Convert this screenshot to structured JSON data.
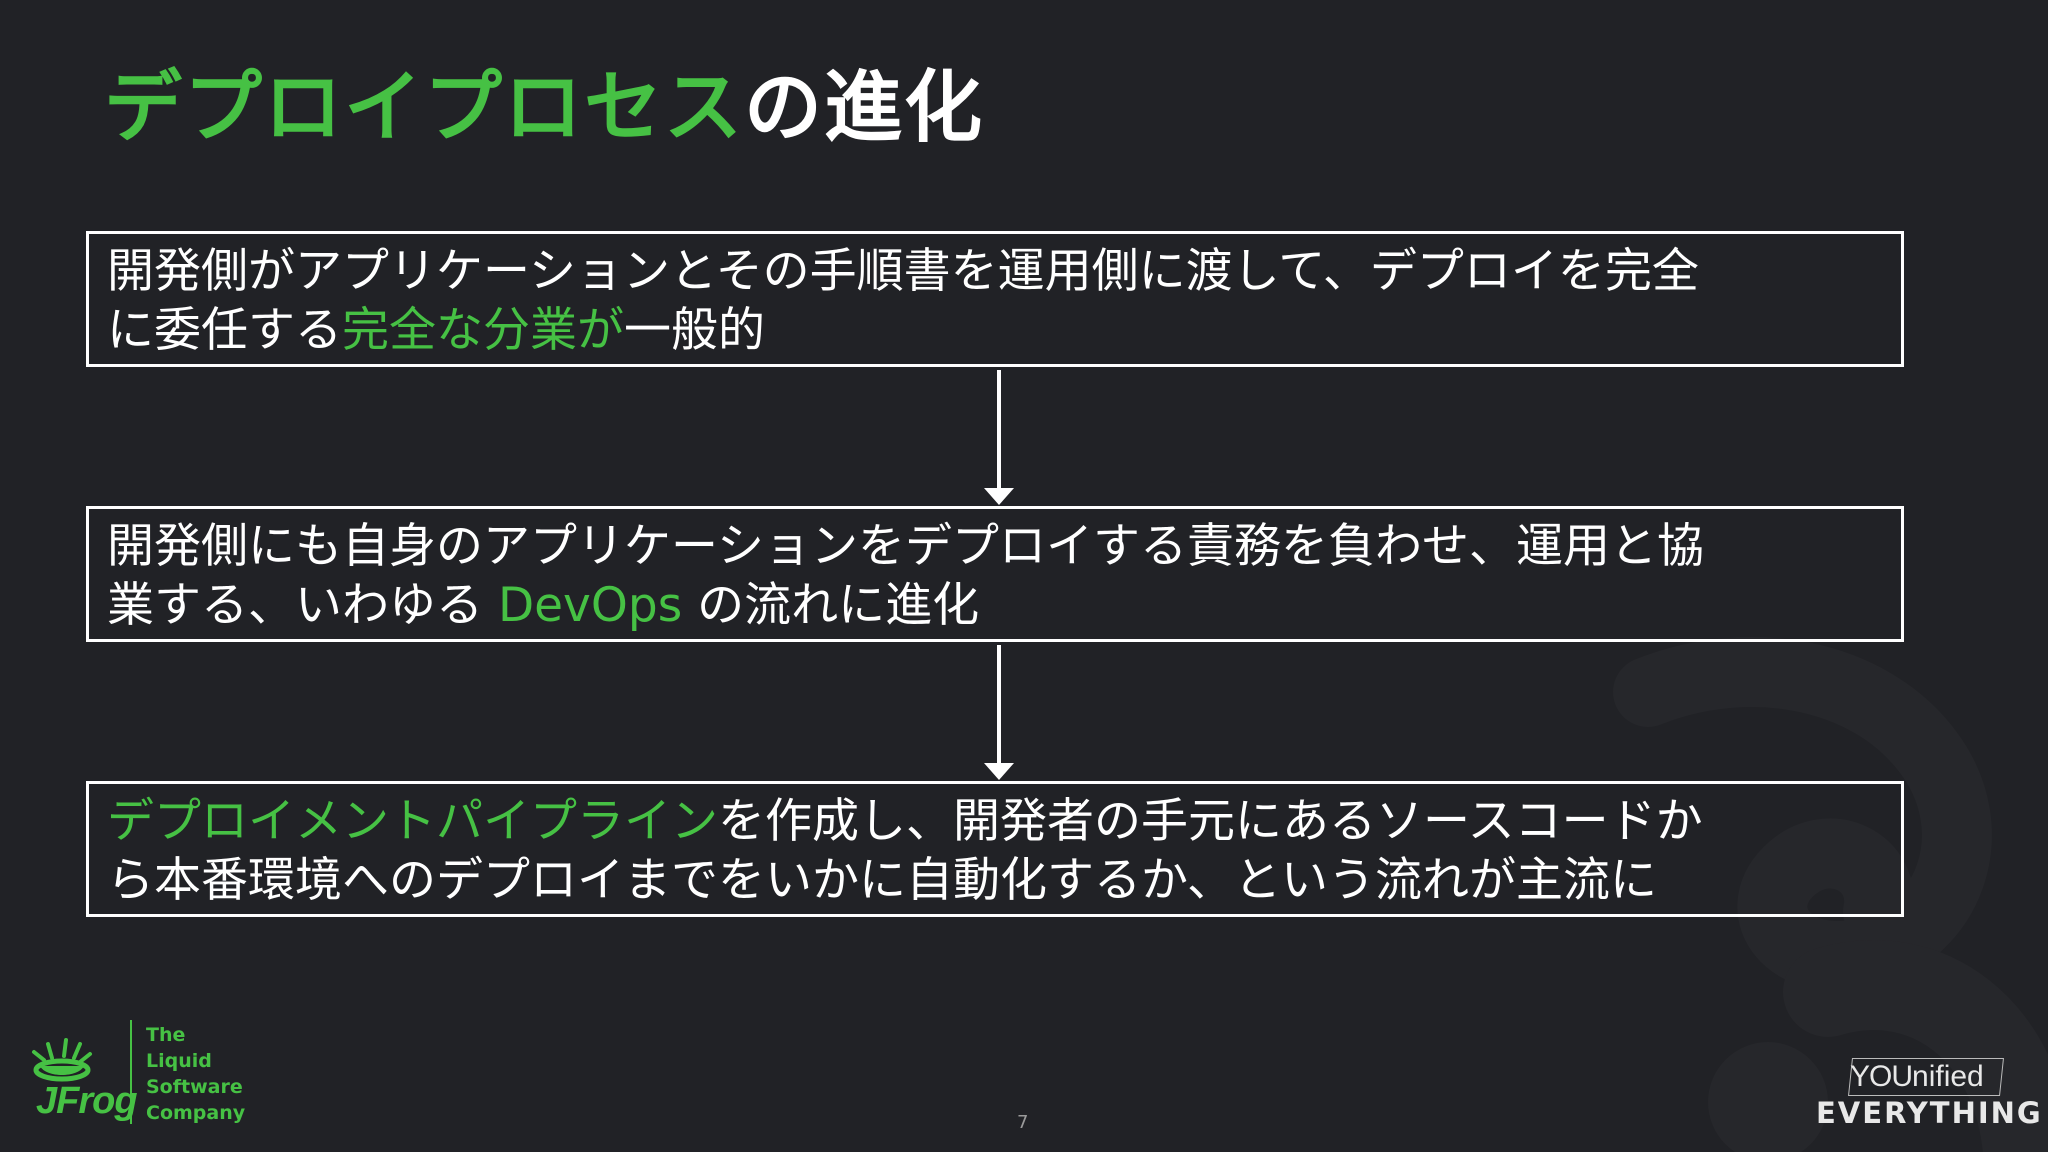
{
  "slide": {
    "title_green": "デプロイプロセス",
    "title_white": "の進化",
    "page_number": "7"
  },
  "boxes": [
    {
      "line1": "開発側がアプリケーションとその手順書を運用側に渡して、デプロイを完全",
      "line2_pre": "に委任する",
      "line2_hl": "完全な分業が",
      "line2_post": "一般的"
    },
    {
      "line1": "開発側にも自身のアプリケーションをデプロイする責務を負わせ、運用と協",
      "line2_pre": "業する、いわゆる ",
      "line2_hl": "DevOps",
      "line2_post": " の流れに進化"
    },
    {
      "line1_hl": "デプロイメントパイプライン",
      "line1_post": "を作成し、開発者の手元にあるソースコードか",
      "line2": "ら本番環境へのデプロイまでをいかに自動化するか、という流れが主流に"
    }
  ],
  "branding": {
    "logo_text": "JFrog",
    "tagline": [
      "The",
      "Liquid",
      "Software",
      "Company"
    ],
    "younified_caps": "YOU",
    "younified_rest": "nified",
    "everything": "EVERYTHING"
  },
  "colors": {
    "background": "#212226",
    "accent_green": "#46c144",
    "text": "#ffffff"
  }
}
